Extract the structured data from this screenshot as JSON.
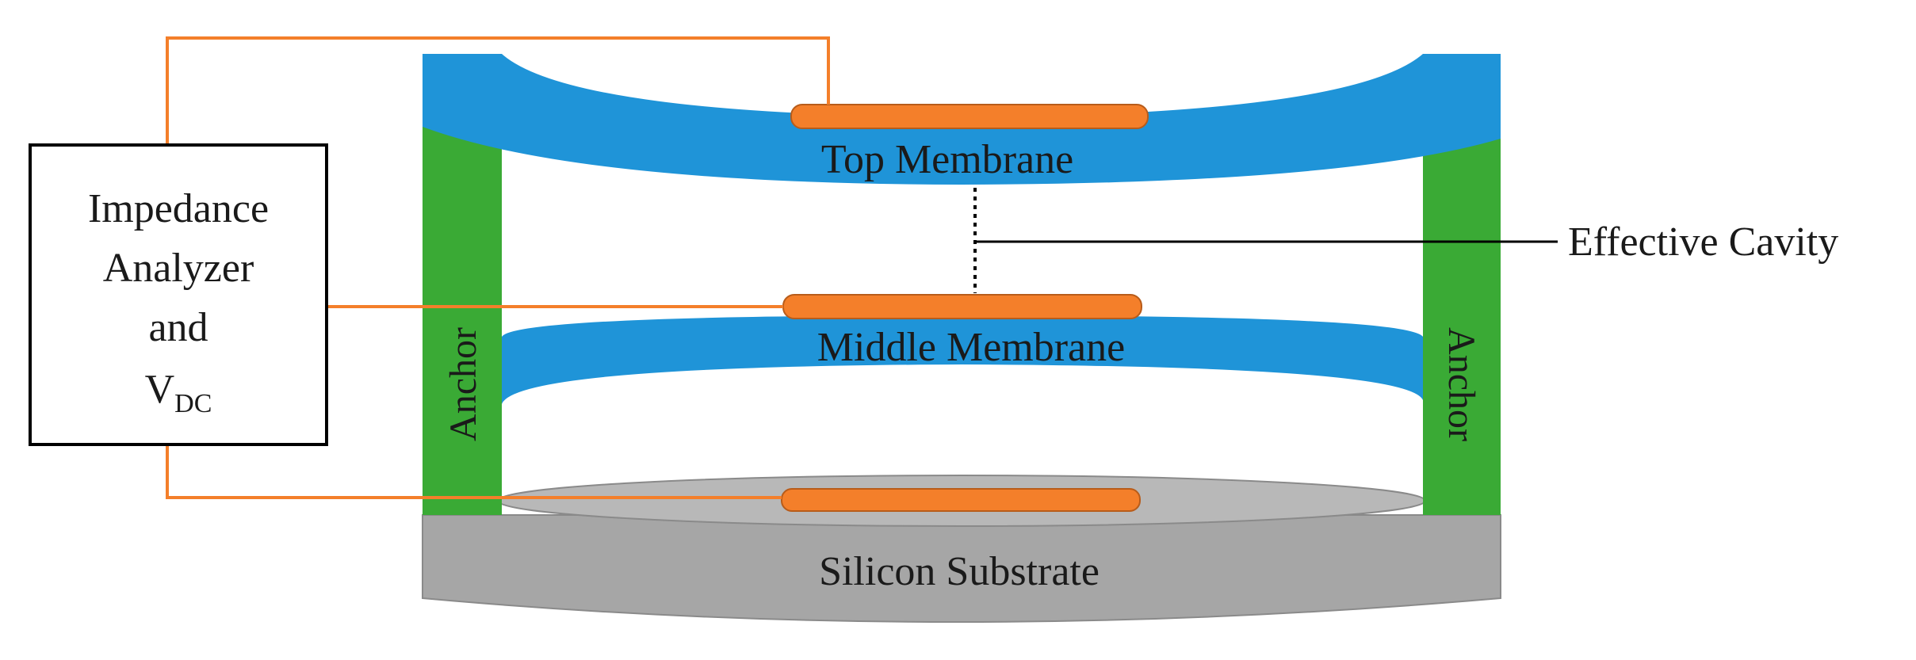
{
  "analyzer": {
    "line1": "Impedance",
    "line2": "Analyzer",
    "line3": "and",
    "vdc_main": "V",
    "vdc_sub": "DC"
  },
  "labels": {
    "top_membrane": "Top Membrane",
    "middle_membrane": "Middle Membrane",
    "silicon_substrate": "Silicon Substrate",
    "anchor_left": "Anchor",
    "anchor_right": "Anchor",
    "effective_cavity": "Effective Cavity"
  },
  "colors": {
    "membrane": "#1f94d8",
    "anchor": "#3aaa35",
    "electrode": "#f47f2a",
    "wire": "#f47f2a",
    "substrate": "#a6a6a6",
    "substrate_top": "#b8b8b8",
    "outline": "#000000"
  }
}
